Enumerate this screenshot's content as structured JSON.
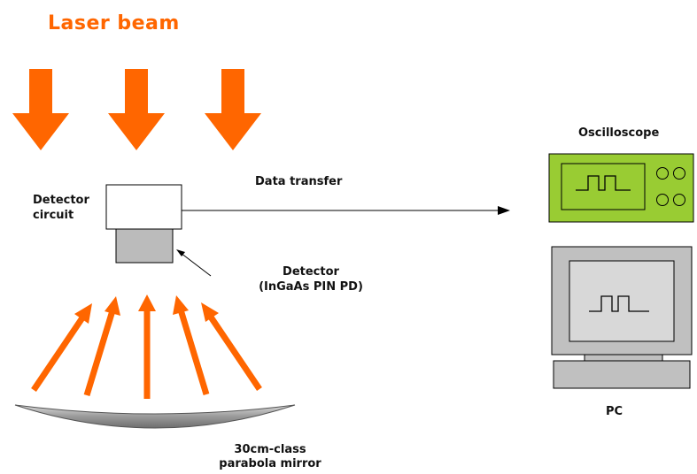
{
  "title": "Laser beam",
  "labels": {
    "detector_circuit_line1": "Detector",
    "detector_circuit_line2": "circuit",
    "data_transfer": "Data transfer",
    "detector_line1": "Detector",
    "detector_line2": "(InGaAs PIN PD)",
    "oscilloscope": "Oscilloscope",
    "pc": "PC",
    "mirror_line1": "30cm-class",
    "mirror_line2": "parabola mirror"
  },
  "colors": {
    "beam": "#ff6600",
    "oscilloscope_body": "#99cc33",
    "device_outline": "#000000",
    "detector_fill": "#bbbbbb",
    "monitor_fill": "#c0c0c0",
    "screen_fill": "#d8d8d8",
    "mirror_fill": "#b3b3b3"
  }
}
